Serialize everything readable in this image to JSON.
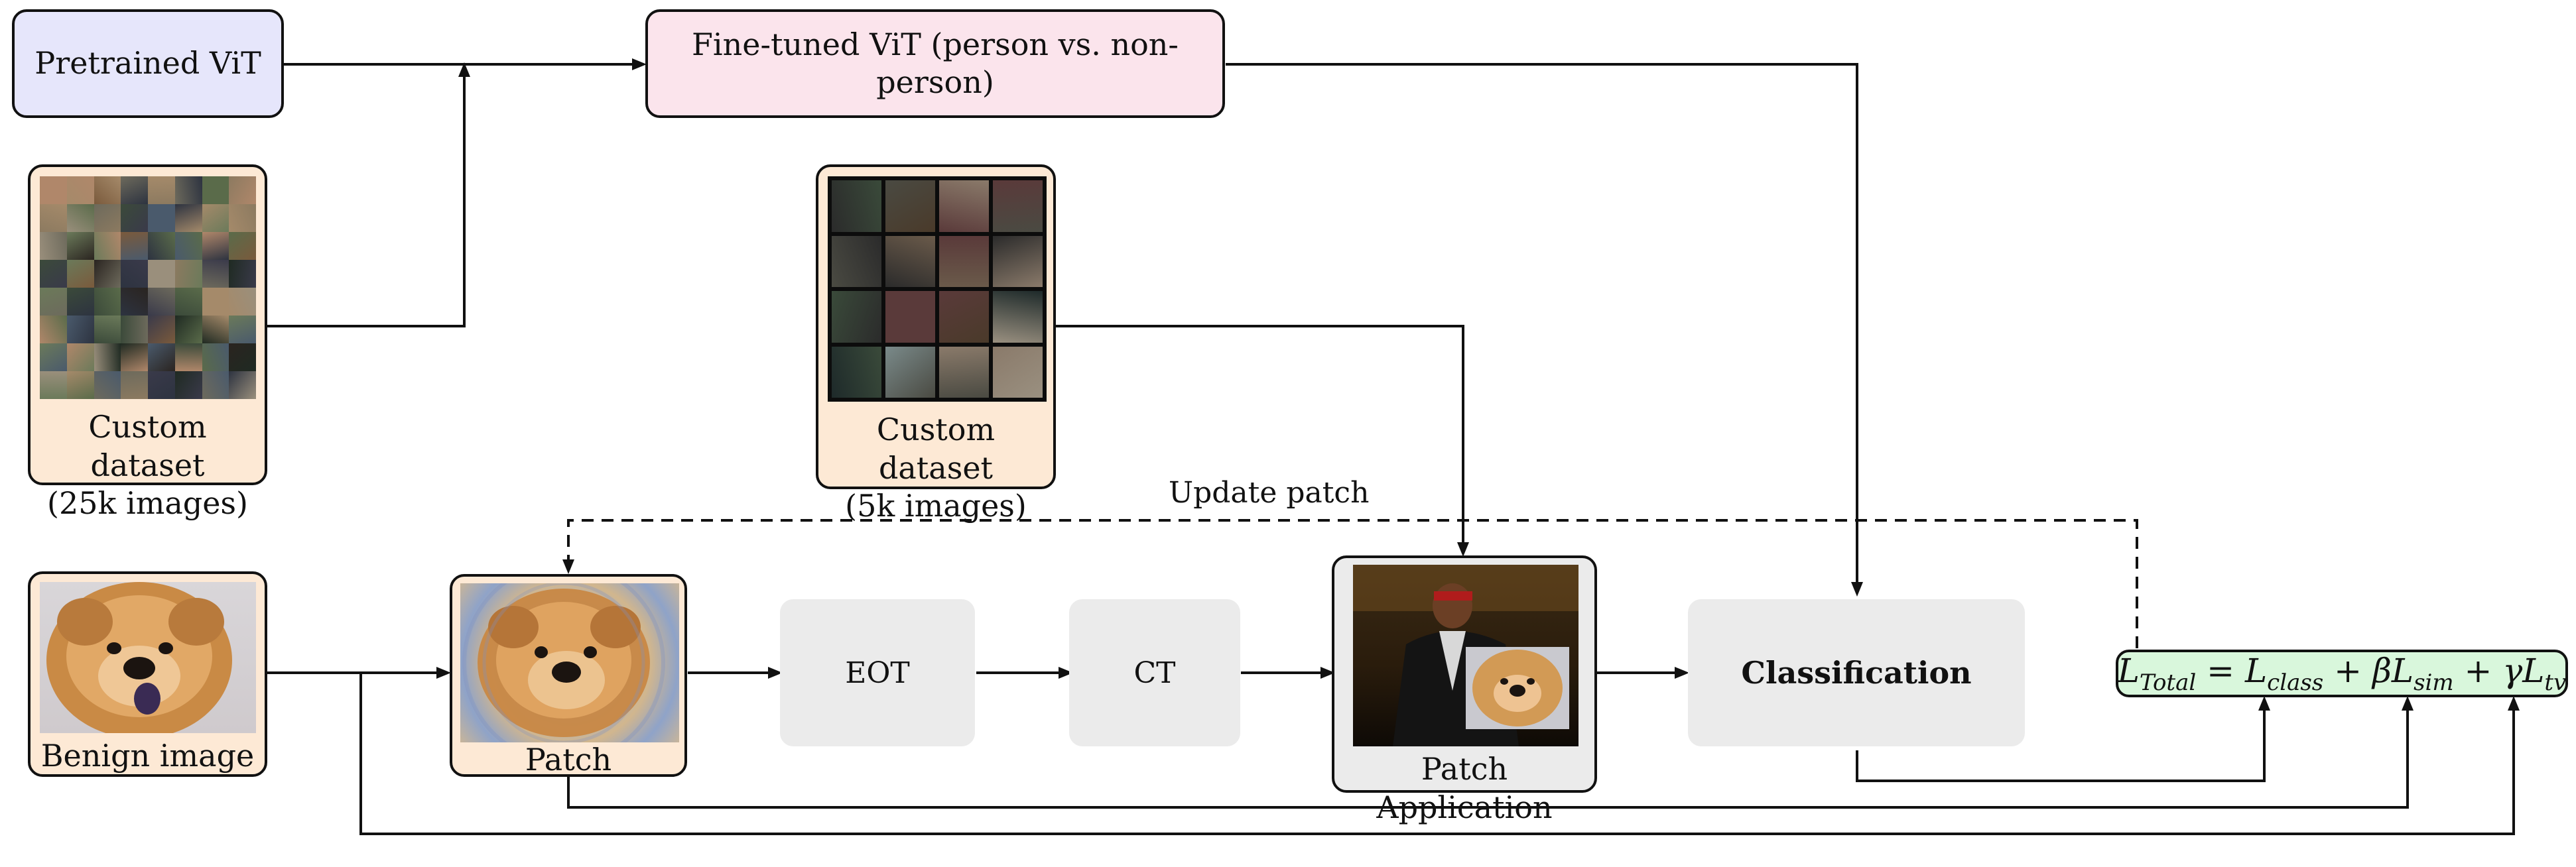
{
  "nodes": {
    "pretrained_vit": "Pretrained ViT",
    "finetuned_vit": "Fine-tuned ViT (person vs. non-person)",
    "dataset_25k": {
      "line1": "Custom dataset",
      "line2": "(25k images)"
    },
    "dataset_5k": {
      "line1": "Custom dataset",
      "line2": "(5k images)"
    },
    "benign_image": "Benign image",
    "patch": "Patch",
    "eot": "EOT",
    "ct": "CT",
    "patch_application": "Patch Application",
    "classification": "Classification",
    "loss": {
      "lhs": "L",
      "lhs_sub": "Total",
      "t1": "L",
      "t1_sub": "class",
      "beta": "β",
      "t2": "L",
      "t2_sub": "sim",
      "gamma": "γ",
      "t3": "L",
      "t3_sub": "tv"
    }
  },
  "edges": {
    "update_patch": "Update patch"
  },
  "colors": {
    "pretrained_fill": "#e6e6fb",
    "finetuned_fill": "#fbe4ec",
    "dataset_fill": "#fde9d5",
    "process_fill": "#ebebeb",
    "loss_fill": "#d9f7dc",
    "line": "#111111"
  },
  "icons": {
    "image_grid": "photo-mosaic-icon",
    "dog": "chow-chow-dog-image"
  }
}
